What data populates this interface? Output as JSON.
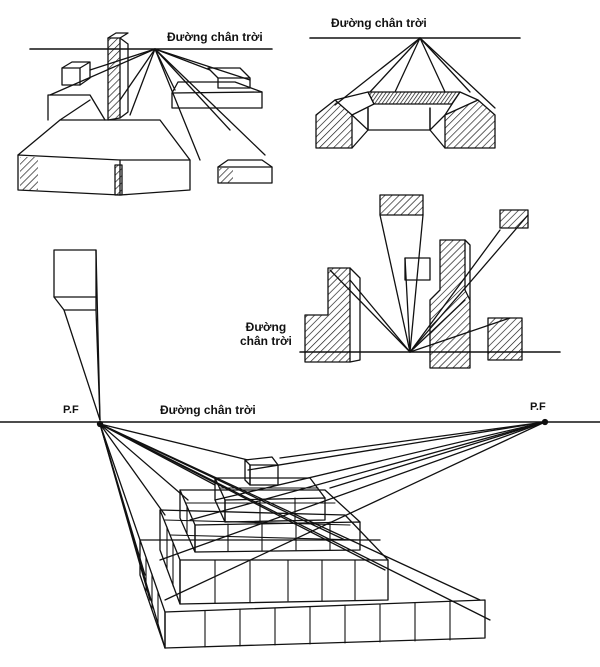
{
  "labels": {
    "horizon_a": "Đường chân trời",
    "horizon_b": "Đường chân trời",
    "horizon_c_line1": "Đường",
    "horizon_c_line2": "chân trời",
    "horizon_d": "Đường chân trời",
    "pf_left": "P.F",
    "pf_right": "P.F"
  },
  "colors": {
    "ink": "#111111",
    "paper": "#ffffff"
  }
}
